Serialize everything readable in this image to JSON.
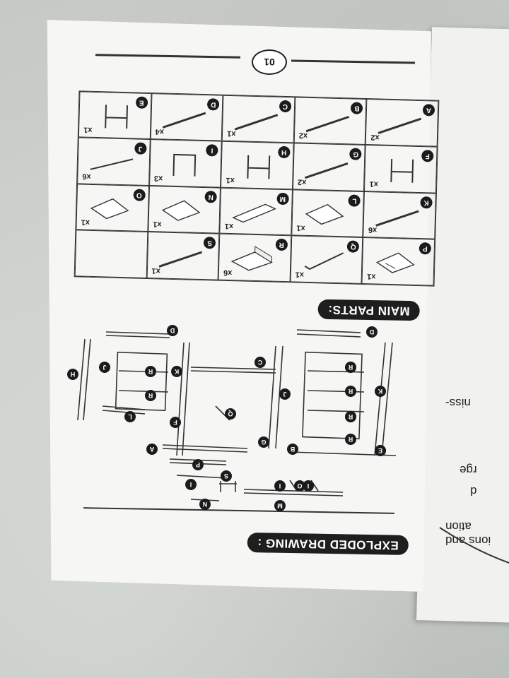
{
  "page_number": "01",
  "headings": {
    "main_parts": "MAIN PARTS:",
    "exploded": "EXPLODED DRAWING :"
  },
  "parts": [
    {
      "id": "P",
      "qty": "x1",
      "shape": "panel-slot"
    },
    {
      "id": "Q",
      "qty": "x1",
      "shape": "rod-hook"
    },
    {
      "id": "R",
      "qty": "x6",
      "shape": "drawer"
    },
    {
      "id": "S",
      "qty": "x1",
      "shape": "rail"
    },
    {
      "id": "",
      "qty": "",
      "shape": "blank"
    },
    {
      "id": "K",
      "qty": "x6",
      "shape": "rail"
    },
    {
      "id": "L",
      "qty": "x1",
      "shape": "panel"
    },
    {
      "id": "M",
      "qty": "x1",
      "shape": "panel-long"
    },
    {
      "id": "N",
      "qty": "x1",
      "shape": "panel"
    },
    {
      "id": "O",
      "qty": "x1",
      "shape": "panel"
    },
    {
      "id": "F",
      "qty": "x1",
      "shape": "frame"
    },
    {
      "id": "G",
      "qty": "x2",
      "shape": "rail"
    },
    {
      "id": "H",
      "qty": "x1",
      "shape": "frame"
    },
    {
      "id": "I",
      "qty": "x3",
      "shape": "bracket"
    },
    {
      "id": "J",
      "qty": "x6",
      "shape": "rail-thin"
    },
    {
      "id": "A",
      "qty": "x2",
      "shape": "rail"
    },
    {
      "id": "B",
      "qty": "x2",
      "shape": "rail"
    },
    {
      "id": "C",
      "qty": "x1",
      "shape": "rail"
    },
    {
      "id": "D",
      "qty": "x4",
      "shape": "rail"
    },
    {
      "id": "E",
      "qty": "x1",
      "shape": "frame"
    }
  ],
  "drawing_labels": [
    "D",
    "C",
    "D",
    "K",
    "R",
    "R",
    "R",
    "R",
    "J",
    "Q",
    "F",
    "E",
    "A",
    "G",
    "B",
    "O",
    "P",
    "S",
    "I",
    "I",
    "I",
    "M",
    "N",
    "H",
    "J",
    "K",
    "R",
    "R",
    "L",
    "E",
    "R",
    "R"
  ],
  "side_text": [
    "niss-",
    "d",
    "rge",
    "ions and",
    "ation"
  ]
}
